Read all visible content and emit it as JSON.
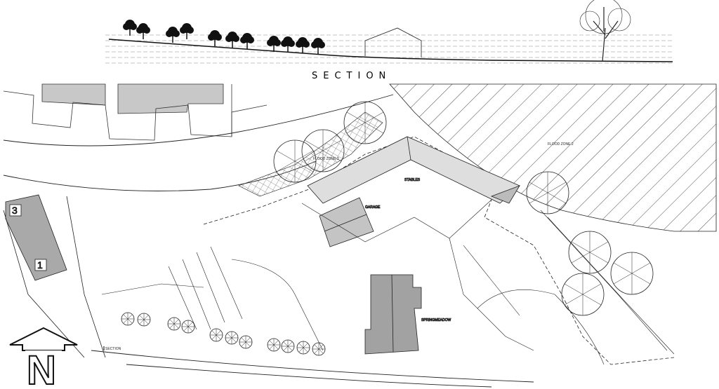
{
  "section": {
    "title": "SECTION"
  },
  "plan": {
    "labels": {
      "stables": "STABLES",
      "garage": "GARAGE",
      "springmeadow": "SPRINGMEADOW",
      "flood_zone_2": "FLOOD ZONE 2",
      "flood_zone_3": "FLOOD ZONE 3",
      "section_marker": "SECTION"
    },
    "plot_numbers": [
      "3",
      "1"
    ]
  },
  "north_arrow": {
    "letter": "N"
  },
  "colors": {
    "line": "#1a1a1a",
    "building_fill": "#a9a9a9",
    "roof_fill": "#cfcfcf",
    "paper": "#ffffff"
  }
}
